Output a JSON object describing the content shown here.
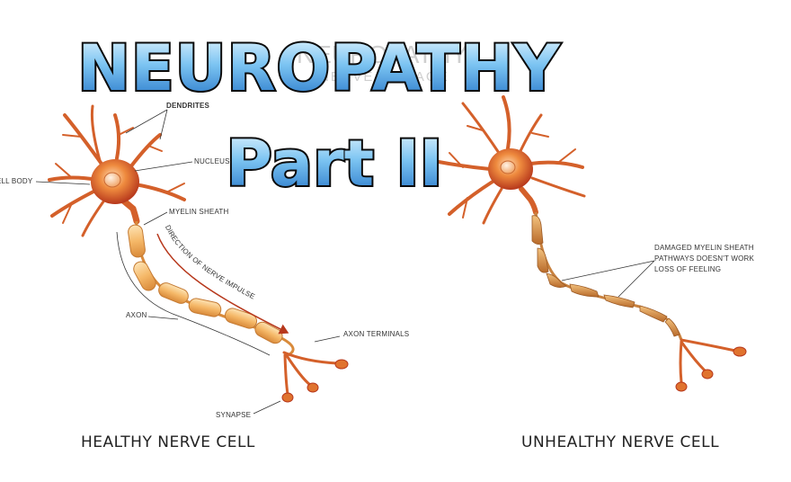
{
  "title": {
    "main": "NEUROPATHY",
    "sub": "Part II"
  },
  "background_title": {
    "line1": "NEUROPATHY",
    "line2": "NERVE DAMAGE"
  },
  "healthy": {
    "caption": "HEALTHY NERVE CELL",
    "labels": {
      "dendrites": "DENDRITES",
      "nucleus": "NUCLEUS",
      "cell_body": "CELL BODY",
      "myelin_sheath": "MYELIN SHEATH",
      "direction": "DIRECTION OF NERVE IMPULSE",
      "axon": "AXON",
      "axon_terminals": "AXON TERMINALS",
      "synapse": "SYNAPSE"
    }
  },
  "unhealthy": {
    "caption": "UNHEALTHY NERVE CELL",
    "damage_labels": [
      "DAMAGED MYELIN SHEATH",
      "PATHWAYS DOESN'T WORK",
      "LOSS OF FEELING"
    ]
  },
  "colors": {
    "title_blue": "#2f8fe0",
    "title_light": "#dff3ff",
    "neuron_orange": "#e0732e",
    "neuron_red": "#b7381c",
    "myelin": "#f6c27a"
  }
}
